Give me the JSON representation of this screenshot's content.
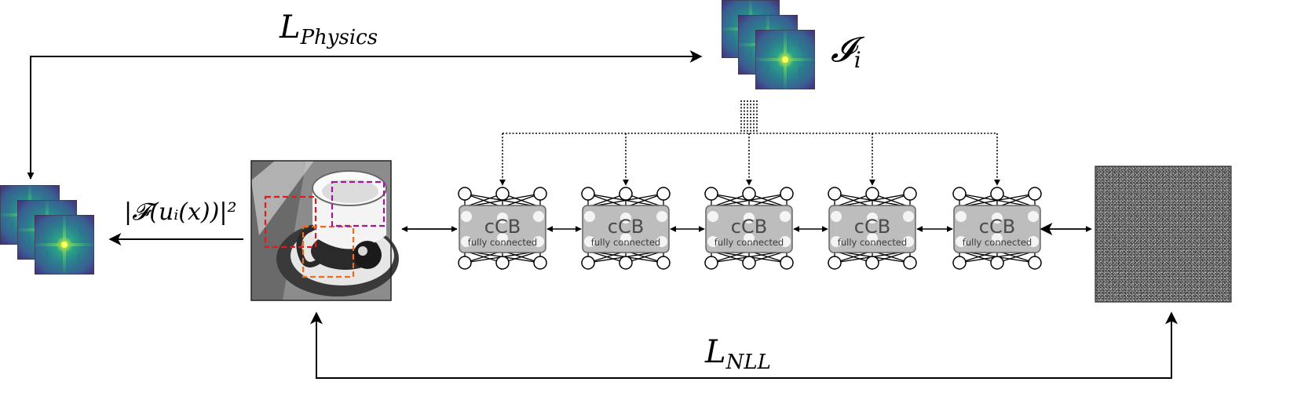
{
  "labels": {
    "physics_loss": {
      "main": "L",
      "sub": "Physics"
    },
    "intensity": {
      "main": "𝓘",
      "sub": "i"
    },
    "nll_loss": {
      "main": "L",
      "sub": "NLL"
    },
    "forward_model": {
      "text": "|𝓕(uᵢ(x))|²"
    }
  },
  "blocks": [
    {
      "title": "cCB",
      "subtitle": "fully connected"
    },
    {
      "title": "cCB",
      "subtitle": "fully connected"
    },
    {
      "title": "cCB",
      "subtitle": "fully connected"
    },
    {
      "title": "cCB",
      "subtitle": "fully connected"
    },
    {
      "title": "cCB",
      "subtitle": "fully connected"
    }
  ],
  "colors": {
    "patch_red": "#e31a1c",
    "patch_orange": "#f06a1a",
    "patch_purple": "#a0189a",
    "block_fill": "#bdbdbd",
    "diffraction_bg": "#2a7f8e",
    "diffraction_peak": "#ffff3a"
  }
}
